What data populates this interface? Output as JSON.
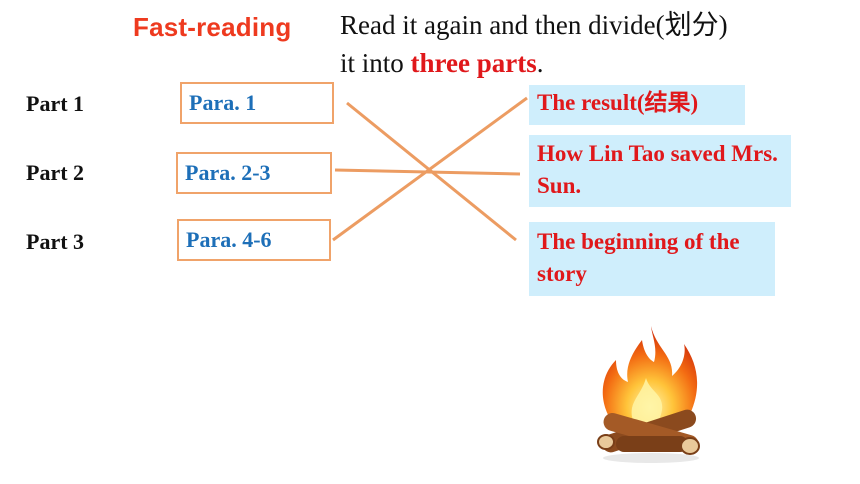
{
  "header": {
    "title": "Fast-reading",
    "instruction_line1": "Read it again and then divide(划分)",
    "instruction_line2_prefix": "it into ",
    "instruction_highlight": "three parts",
    "instruction_suffix": "."
  },
  "parts": [
    {
      "label": "Part  1",
      "para": "Para. 1"
    },
    {
      "label": "Part  2",
      "para": "Para. 2-3"
    },
    {
      "label": "Part  3",
      "para": "Para. 4-6"
    }
  ],
  "answers": [
    "The result(结果)",
    "How Lin Tao saved Mrs. Sun.",
    "The beginning of the story"
  ],
  "colors": {
    "heading": "#ee3a1f",
    "highlight": "#e0181b",
    "para_text": "#1d6fb8",
    "para_border": "#f0a36a",
    "card_bg": "#cfeefc",
    "connector": "#ec9c62"
  },
  "decoration": {
    "image": "campfire-illustration"
  }
}
